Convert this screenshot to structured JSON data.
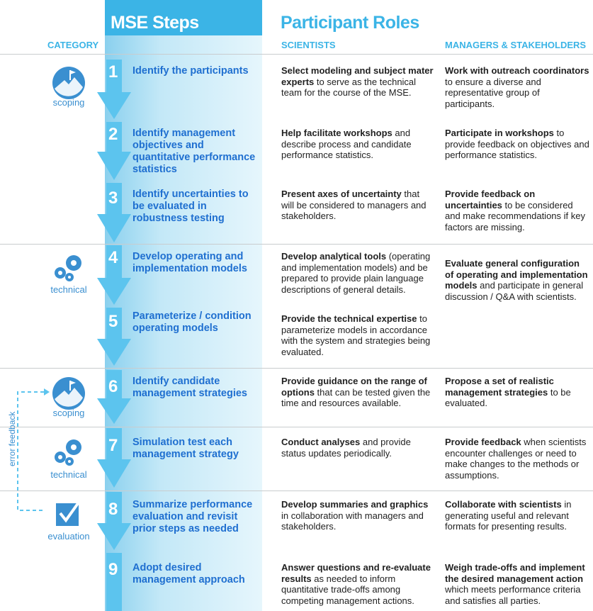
{
  "header": {
    "mse_steps": "MSE Steps",
    "participant_roles": "Participant Roles",
    "category_label": "CATEGORY",
    "scientists_label": "SCIENTISTS",
    "managers_label": "MANAGERS & STAKEHOLDERS"
  },
  "categories": {
    "scoping1": "scoping",
    "technical1": "technical",
    "scoping2": "scoping",
    "technical2": "technical",
    "evaluation": "evaluation"
  },
  "feedback_label": "error feedback",
  "steps": [
    {
      "num": "1",
      "title": "Identify the participants",
      "sci_bold": "Select modeling and subject mater experts",
      "sci_rest": " to serve as the technical team for the course of the MSE.",
      "mgr_bold": "Work with outreach coordinators",
      "mgr_rest": " to ensure a diverse and representative group of participants."
    },
    {
      "num": "2",
      "title": "Identify management objectives and quantitative performance statistics",
      "sci_bold": "Help facilitate workshops",
      "sci_rest": " and describe process and candidate performance statistics.",
      "mgr_bold": "Participate in workshops",
      "mgr_rest": " to provide feedback on objectives and performance statistics."
    },
    {
      "num": "3",
      "title": "Identify uncertainties to be evaluated in robustness testing",
      "sci_bold": "Present axes of uncertainty",
      "sci_rest": " that will be considered to managers and stakeholders.",
      "mgr_pre": "Provide feedback on ",
      "mgr_bold": "uncertainties",
      "mgr_rest": " to be considered and make recommendations if key factors are missing."
    },
    {
      "num": "4",
      "title": "Develop operating and implementation models",
      "sci_bold": "Develop analytical tools",
      "sci_rest": " (operating and implementation models) and be prepared to provide plain language descriptions of general details.",
      "mgr_bold": "Evaluate general configuration of operating and implementation models",
      "mgr_rest": " and participate in general discussion / Q&A with scientists."
    },
    {
      "num": "5",
      "title": "Parameterize / condition operating models",
      "sci_bold": "Provide the technical expertise",
      "sci_rest": " to parameterize models in accordance with the system and strategies being evaluated."
    },
    {
      "num": "6",
      "title": "Identify candidate management strategies",
      "sci_bold": "Provide guidance on the range of options",
      "sci_rest": " that can be tested given the time and resources available.",
      "mgr_bold": "Propose a set of realistic management strategies",
      "mgr_rest": " to be evaluated."
    },
    {
      "num": "7",
      "title": "Simulation test each management strategy",
      "sci_bold": "Conduct analyses",
      "sci_rest": " and provide status updates periodically.",
      "mgr_bold": "Provide feedback",
      "mgr_rest": " when scientists encounter challenges or need to make changes to the methods or assumptions."
    },
    {
      "num": "8",
      "title": "Summarize performance evaluation and revisit prior steps as needed",
      "sci_bold": "Develop summaries and graphics",
      "sci_rest": " in collaboration with managers and stakeholders.",
      "mgr_bold": "Collaborate with scientists",
      "mgr_rest": " in generating useful and relevant formats for presenting results."
    },
    {
      "num": "9",
      "title": "Adopt desired management approach",
      "sci_bold": "Answer questions and re-evaluate results",
      "sci_rest": " as needed to inform quantitative trade-offs among competing management actions.",
      "mgr_bold": "Weigh trade-offs and implement the desired management action",
      "mgr_rest": " which meets performance criteria and satisfies all parties."
    }
  ],
  "colors": {
    "accent": "#3bb4e6",
    "step_title": "#1f6fd0",
    "arrow": "#5cc4ee"
  }
}
